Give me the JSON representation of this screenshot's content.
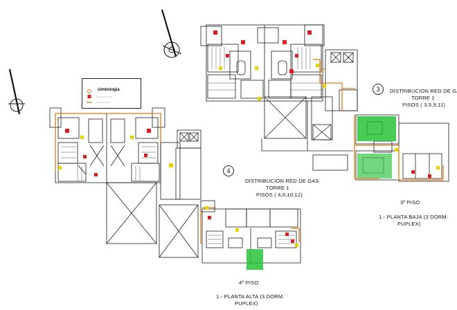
{
  "sheet": {
    "tower3": {
      "number": "3",
      "title": "DISTRIBUCION RED DE GAS",
      "tower": "TORRE 1",
      "floors": "PISOS ( 3,5,9,11)"
    },
    "tower4": {
      "number": "4",
      "title": "DISTRIBUCION RED DE GAS",
      "tower": "TORRE 1",
      "floors": "PISOS ( 4,6,10,12)"
    },
    "floor3_label": "3º PISO",
    "floor4_label": "4º PISO",
    "plan_baja": {
      "line1": "1.- PLANTA BAJA (3 DORM.",
      "line2": "PUPLEX)"
    },
    "plan_alta": {
      "line1": "1.- PLANTA ALTA  (3 DORM.",
      "line2": "PUPLEX)"
    },
    "legend_title": "simbologia"
  },
  "colors": {
    "lines": "#1a1a1a",
    "gas_pipe": "#e07a10",
    "fixtures": "#d81e1e",
    "accent_yellow": "#e8d200",
    "garden": "#29c23a"
  }
}
